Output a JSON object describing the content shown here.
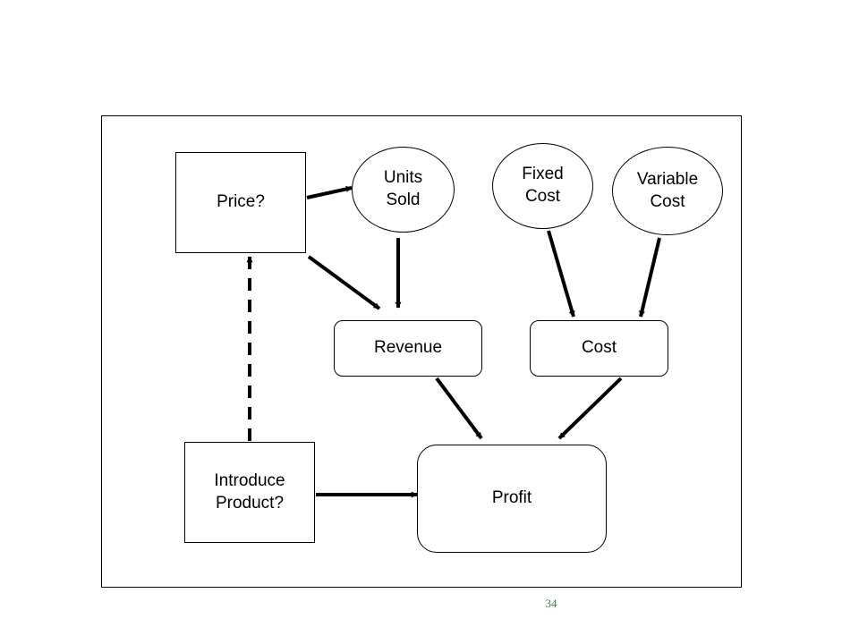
{
  "diagram": {
    "nodes": {
      "price": {
        "label": "Price?",
        "shape": "rectangle"
      },
      "units_sold": {
        "label": "Units\nSold",
        "shape": "ellipse"
      },
      "fixed_cost": {
        "label": "Fixed\nCost",
        "shape": "ellipse"
      },
      "variable_cost": {
        "label": "Variable\nCost",
        "shape": "ellipse"
      },
      "revenue": {
        "label": "Revenue",
        "shape": "rounded-rectangle"
      },
      "cost": {
        "label": "Cost",
        "shape": "rounded-rectangle"
      },
      "introduce_product": {
        "label": "Introduce\nProduct?",
        "shape": "rectangle"
      },
      "profit": {
        "label": "Profit",
        "shape": "rounded-rectangle"
      }
    },
    "edges": [
      {
        "from": "price",
        "to": "units_sold",
        "style": "solid"
      },
      {
        "from": "price",
        "to": "revenue",
        "style": "solid"
      },
      {
        "from": "units_sold",
        "to": "revenue",
        "style": "solid"
      },
      {
        "from": "fixed_cost",
        "to": "cost",
        "style": "solid"
      },
      {
        "from": "variable_cost",
        "to": "cost",
        "style": "solid"
      },
      {
        "from": "revenue",
        "to": "profit",
        "style": "solid"
      },
      {
        "from": "cost",
        "to": "profit",
        "style": "solid"
      },
      {
        "from": "introduce_product",
        "to": "profit",
        "style": "solid"
      },
      {
        "from": "introduce_product",
        "to": "price",
        "style": "dashed"
      }
    ]
  },
  "footer": {
    "page_number": "34"
  },
  "colors": {
    "line": "#000000",
    "page_number": "#3f7f3f"
  }
}
